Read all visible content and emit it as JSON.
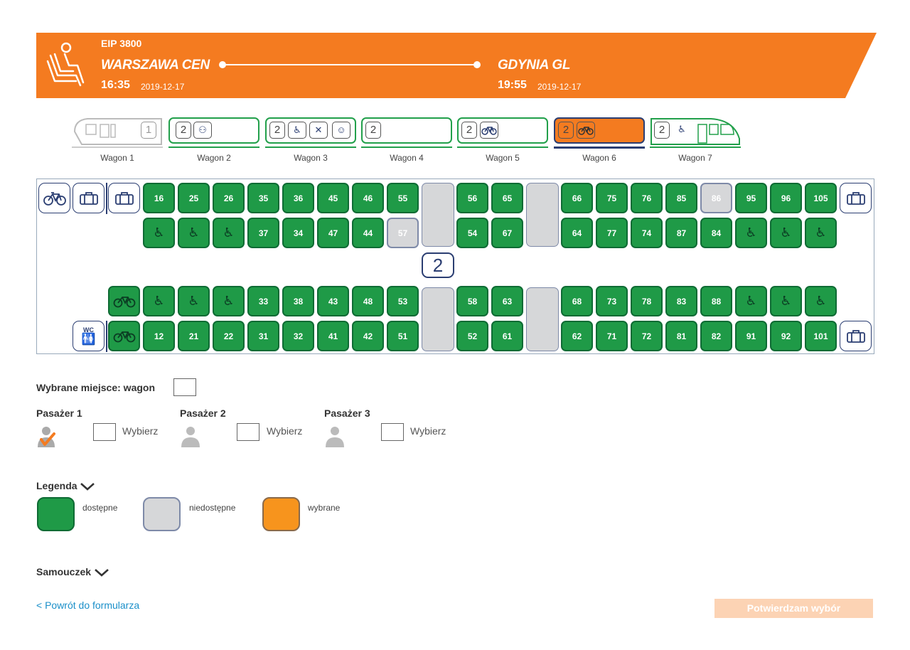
{
  "header": {
    "train_number": "EIP 3800",
    "from": {
      "station": "WARSZAWA CEN",
      "time": "16:35",
      "date": "2019-12-17"
    },
    "to": {
      "station": "GDYNIA GL",
      "time": "19:55",
      "date": "2019-12-17"
    },
    "color": "#f47b20"
  },
  "wagons": [
    {
      "label": "Wagon 1",
      "class": "1",
      "state": "disabled"
    },
    {
      "label": "Wagon 2",
      "class": "2",
      "state": "available"
    },
    {
      "label": "Wagon 3",
      "class": "2",
      "state": "available"
    },
    {
      "label": "Wagon 4",
      "class": "2",
      "state": "available"
    },
    {
      "label": "Wagon 5",
      "class": "2",
      "state": "available"
    },
    {
      "label": "Wagon 6",
      "class": "2",
      "state": "selected"
    },
    {
      "label": "Wagon 7",
      "class": "2",
      "state": "available"
    }
  ],
  "car_class": "2",
  "seats": {
    "row1": [
      "16",
      "25",
      "26",
      "35",
      "36",
      "45",
      "46",
      "55",
      "56",
      "65",
      "66",
      "75",
      "76",
      "85",
      "86",
      "95",
      "96",
      "105"
    ],
    "row2": [
      "37",
      "34",
      "47",
      "44",
      "57",
      "54",
      "67",
      "64",
      "77",
      "74",
      "87",
      "84"
    ],
    "row3": [
      "33",
      "38",
      "43",
      "48",
      "53",
      "58",
      "63",
      "68",
      "73",
      "78",
      "83",
      "88"
    ],
    "row4": [
      "12",
      "21",
      "22",
      "31",
      "32",
      "41",
      "42",
      "51",
      "52",
      "61",
      "62",
      "71",
      "72",
      "81",
      "82",
      "91",
      "92",
      "101"
    ],
    "unavailable": [
      "86",
      "57"
    ],
    "wc_label": "WC"
  },
  "selection": {
    "label": "Wybrane miejsce: wagon",
    "passengers": [
      {
        "name": "Pasażer 1",
        "button": "Wybierz"
      },
      {
        "name": "Pasażer 2",
        "button": "Wybierz"
      },
      {
        "name": "Pasażer 3",
        "button": "Wybierz"
      }
    ]
  },
  "legend": {
    "title": "Legenda",
    "items": [
      {
        "label": "dostępne",
        "color": "#1f9a47"
      },
      {
        "label": "niedostępne",
        "color": "#d6d7d9"
      },
      {
        "label": "wybrane",
        "color": "#f7941d"
      }
    ]
  },
  "tutorial": {
    "title": "Samouczek"
  },
  "footer": {
    "back_link": "< Powrót do formularza",
    "confirm_button": "Potwierdzam wybór"
  }
}
